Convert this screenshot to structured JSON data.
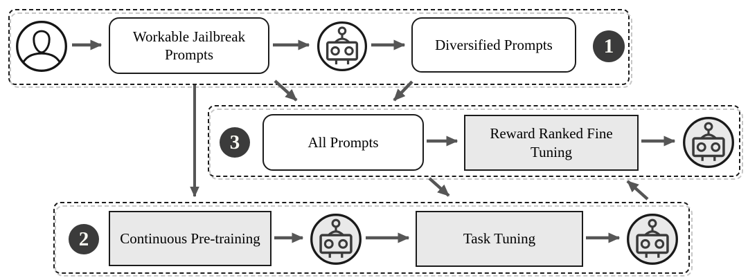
{
  "stage1": {
    "number": "1",
    "workable_prompts_label": "Workable Jailbreak Prompts",
    "diversified_prompts_label": "Diversified Prompts"
  },
  "stage3": {
    "number": "3",
    "all_prompts_label": "All Prompts",
    "reward_tuning_label": "Reward Ranked Fine Tuning"
  },
  "stage2": {
    "number": "2",
    "pretraining_label": "Continuous Pre-training",
    "task_tuning_label": "Task Tuning"
  },
  "icons": {
    "user": "person-icon",
    "model": "robot-icon"
  },
  "colors": {
    "box_fill_white": "#ffffff",
    "box_fill_gray": "#e9e9e9",
    "badge_fill": "#3b3b3b",
    "arrow": "#565656",
    "border": "#1b1b1b"
  }
}
